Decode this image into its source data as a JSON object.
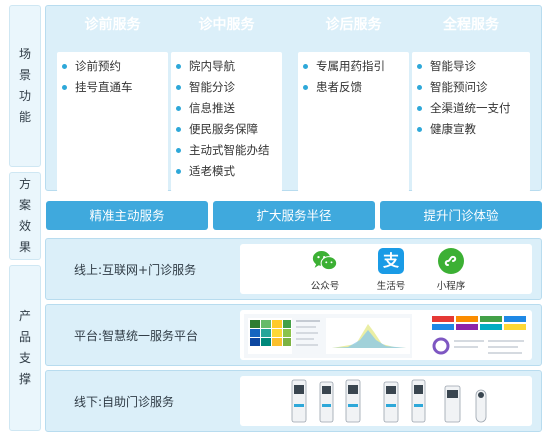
{
  "side_labels": {
    "scene": "场景功能",
    "effect": "方案效果",
    "product": "产品支撑"
  },
  "scenes": [
    {
      "title": "诊前服务",
      "items": [
        "诊前预约",
        "挂号直通车"
      ]
    },
    {
      "title": "诊中服务",
      "items": [
        "院内导航",
        "智能分诊",
        "信息推送",
        "便民服务保障",
        "主动式智能办结",
        "适老模式"
      ]
    },
    {
      "title": "诊后服务",
      "items": [
        "专属用药指引",
        "患者反馈"
      ]
    },
    {
      "title": "全程服务",
      "items": [
        "智能导诊",
        "智能预问诊",
        "全渠道统一支付",
        "健康宣教"
      ]
    }
  ],
  "effects": [
    "精准主动服务",
    "扩大服务半径",
    "提升门诊体验"
  ],
  "products": {
    "online": {
      "label": "线上:互联网+门诊服务",
      "apps": [
        {
          "name": "公众号",
          "icon": "wechat-icon"
        },
        {
          "name": "生活号",
          "icon": "alipay-icon"
        },
        {
          "name": "小程序",
          "icon": "mini-program-icon"
        }
      ]
    },
    "platform": {
      "label": "平台:智慧统一服务平台"
    },
    "offline": {
      "label": "线下:自助门诊服务"
    }
  },
  "colors": {
    "accent": "#3fa9dd",
    "panel": "#dbeff9",
    "dot": "#2ea8d9",
    "wechat": "#3cb034",
    "alipay": "#1a9be6"
  }
}
